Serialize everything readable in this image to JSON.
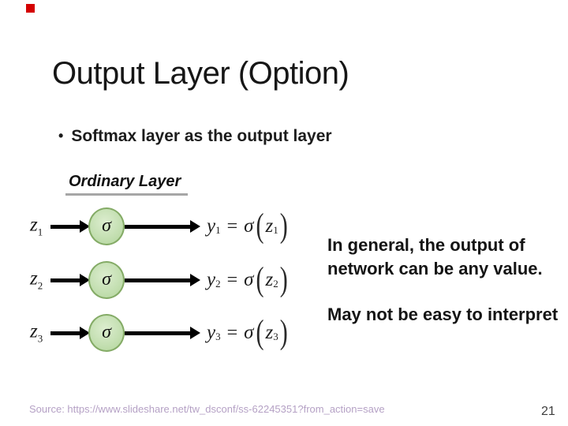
{
  "slide": {
    "title": "Output Layer (Option)",
    "bullet_glyph": "•",
    "bullet_text": "Softmax layer as the output layer",
    "section_heading": "Ordinary Layer",
    "note_line1": "In general, the output of",
    "note_line2": "network can be any value.",
    "note_secondary": "May not be easy to interpret",
    "source_text": "Source: https://www.slideshare.net/tw_dsconf/ss-62245351?from_action=save",
    "page_number": "21"
  },
  "diagram": {
    "symbols": {
      "equals": "=",
      "open_paren": "(",
      "close_paren": ")"
    },
    "rows": [
      {
        "input_var": "z",
        "input_idx": "1",
        "func": "σ",
        "output_var": "y",
        "output_idx": "1"
      },
      {
        "input_var": "z",
        "input_idx": "2",
        "func": "σ",
        "output_var": "y",
        "output_idx": "2"
      },
      {
        "input_var": "z",
        "input_idx": "3",
        "func": "σ",
        "output_var": "y",
        "output_idx": "3"
      }
    ]
  },
  "theme": {
    "accent-red": "#d40000",
    "node-fill": "#c5e0b3",
    "node-border": "#84ab66",
    "underline": "#a6a6a6",
    "text": "#1a1a1a",
    "source-color": "#b5a1c5",
    "page-num": "#3d3d3d"
  }
}
